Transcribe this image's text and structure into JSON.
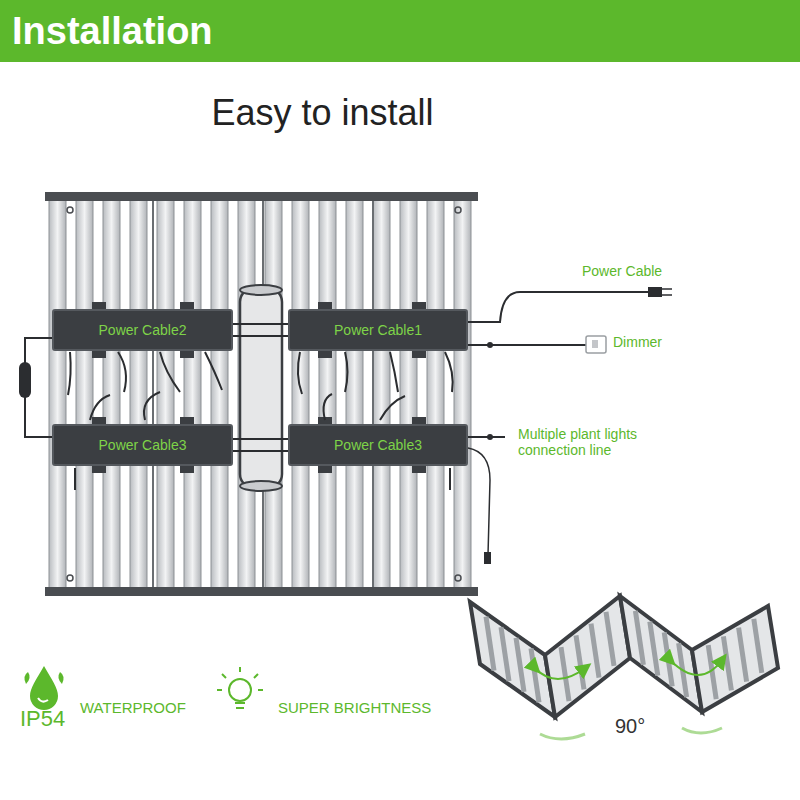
{
  "diagram": {
    "title": "Installation",
    "nodes": [
      {
        "text": [
          "Power Cable2"
        ]
      },
      {
        "text": [
          "Power Cable1"
        ]
      },
      {
        "text": [
          "Power Cable3"
        ]
      },
      {
        "text": [
          "Power Cable3"
        ]
      }
    ],
    "edges": [
      {
        "from": 0,
        "to": 1,
        "arrow": "none"
      },
      {
        "from": 0,
        "to": 2,
        "arrow": "none"
      },
      {
        "from": 2,
        "to": 3,
        "arrow": "none"
      }
    ],
    "labels": [
      "Easy to install",
      "Power Cable",
      "Dimmer",
      "Multiple plant lights connection line",
      "IP54",
      "WATERPROOF",
      "SUPER BRIGHTNESS",
      "90°"
    ]
  }
}
